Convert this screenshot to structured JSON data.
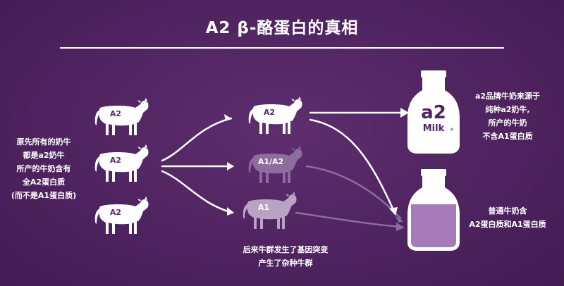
{
  "title": "A2 β-酪蛋白的真相",
  "left_note": [
    "原先所有的奶牛",
    "都是a2奶牛",
    "所产的牛奶含有",
    "全A2蛋白质",
    "(而不是A1蛋白质)"
  ],
  "cows": {
    "left_top": "A2",
    "left_mid": "A2",
    "left_bottom": "A2",
    "center_top": "A2",
    "center_mid": "A1/A2",
    "center_bottom": "A1"
  },
  "center_note": [
    "后来牛群发生了基因突变",
    "产生了杂种牛群"
  ],
  "bottle_brand": {
    "top": "a2",
    "bottom": "Milk"
  },
  "bottle_brand_mark": "®",
  "right_top_note": [
    "a2品牌牛奶来源于",
    "纯种a2奶牛,",
    "所产的牛奶",
    "不含A1蛋白质"
  ],
  "right_bottom_note": [
    "普通牛奶含",
    "A2蛋白质和A1蛋白质"
  ],
  "colors": {
    "background": "#4f2360",
    "white": "#ffffff",
    "faded_cow": "#8d6d9b",
    "muted_cow": "#b8a4c2",
    "cow_label": "#5a2a6a",
    "milk_liquid": "#a77ab9"
  }
}
